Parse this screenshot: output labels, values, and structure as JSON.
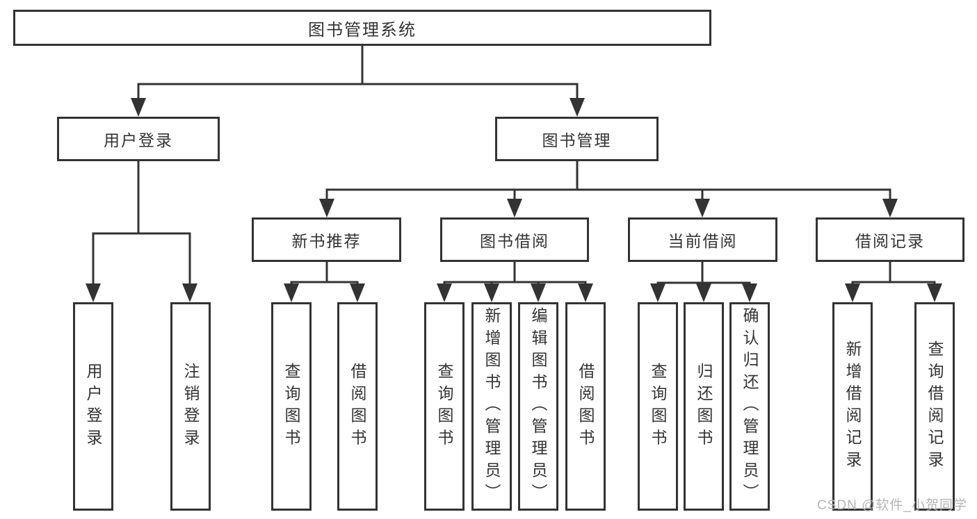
{
  "tree": {
    "root": {
      "label": "图书管理系统"
    },
    "branches": [
      {
        "label": "用户登录",
        "leaves": [
          "用户登录",
          "注销登录"
        ]
      },
      {
        "label": "图书管理",
        "groups": [
          {
            "label": "新书推荐",
            "leaves": [
              "查询图书",
              "借阅图书"
            ]
          },
          {
            "label": "图书借阅",
            "leaves": [
              "查询图书",
              "新增图书（管理员）",
              "编辑图书（管理员）",
              "借阅图书"
            ]
          },
          {
            "label": "当前借阅",
            "leaves": [
              "查询图书",
              "归还图书",
              "确认归还（管理员）"
            ]
          },
          {
            "label": "借阅记录",
            "leaves": [
              "新增借阅记录",
              "查询借阅记录"
            ]
          }
        ]
      }
    ]
  },
  "watermark": "CSDN @软件_小贺同学",
  "colors": {
    "line": "#333333",
    "box_border": "#333333",
    "text": "#333333",
    "watermark": "#b5b5b5",
    "background": "#ffffff"
  }
}
